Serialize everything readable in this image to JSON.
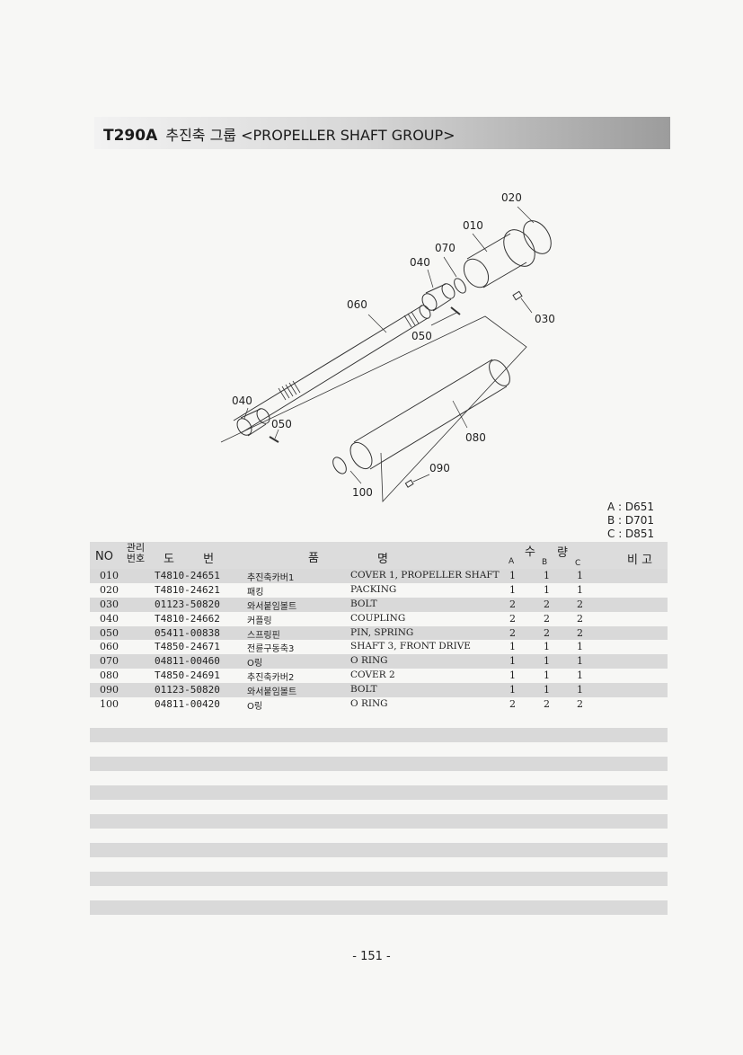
{
  "header": {
    "code": "T290A",
    "title": "추진축 그룹 <PROPELLER SHAFT GROUP>"
  },
  "diagram": {
    "callouts": [
      "020",
      "010",
      "070",
      "040",
      "060",
      "030",
      "050",
      "040",
      "050",
      "080",
      "090",
      "100"
    ]
  },
  "legend": [
    "A : D651",
    "B : D701",
    "C : D851"
  ],
  "table": {
    "headers": {
      "no": "NO",
      "mgmt": "관리 번호",
      "drawing": "도 번",
      "name_a": "품",
      "name_b": "명",
      "qty_a": "수",
      "qty_b": "량",
      "a": "A",
      "b": "B",
      "c": "C",
      "remark": "비 고"
    },
    "rows": [
      {
        "no": "010",
        "part": "T4810-24651",
        "kr": "추진축카버1",
        "en": "COVER 1, PROPELLER SHAFT",
        "a": "1",
        "b": "1",
        "c": "1"
      },
      {
        "no": "020",
        "part": "T4810-24621",
        "kr": "패킹",
        "en": "PACKING",
        "a": "1",
        "b": "1",
        "c": "1"
      },
      {
        "no": "030",
        "part": "01123-50820",
        "kr": "와서붙임볼트",
        "en": "BOLT",
        "a": "2",
        "b": "2",
        "c": "2"
      },
      {
        "no": "040",
        "part": "T4810-24662",
        "kr": "커플링",
        "en": "COUPLING",
        "a": "2",
        "b": "2",
        "c": "2"
      },
      {
        "no": "050",
        "part": "05411-00838",
        "kr": "스프링핀",
        "en": "PIN, SPRING",
        "a": "2",
        "b": "2",
        "c": "2"
      },
      {
        "no": "060",
        "part": "T4850-24671",
        "kr": "전륜구동축3",
        "en": "SHAFT 3, FRONT DRIVE",
        "a": "1",
        "b": "1",
        "c": "1"
      },
      {
        "no": "070",
        "part": "04811-00460",
        "kr": "O링",
        "en": "O RING",
        "a": "1",
        "b": "1",
        "c": "1"
      },
      {
        "no": "080",
        "part": "T4850-24691",
        "kr": "추진축카버2",
        "en": "COVER 2",
        "a": "1",
        "b": "1",
        "c": "1"
      },
      {
        "no": "090",
        "part": "01123-50820",
        "kr": "와서붙임볼트",
        "en": "BOLT",
        "a": "1",
        "b": "1",
        "c": "1"
      },
      {
        "no": "100",
        "part": "04811-00420",
        "kr": "O링",
        "en": "O RING",
        "a": "2",
        "b": "2",
        "c": "2"
      }
    ]
  },
  "footer": {
    "page": "- 151 -"
  }
}
